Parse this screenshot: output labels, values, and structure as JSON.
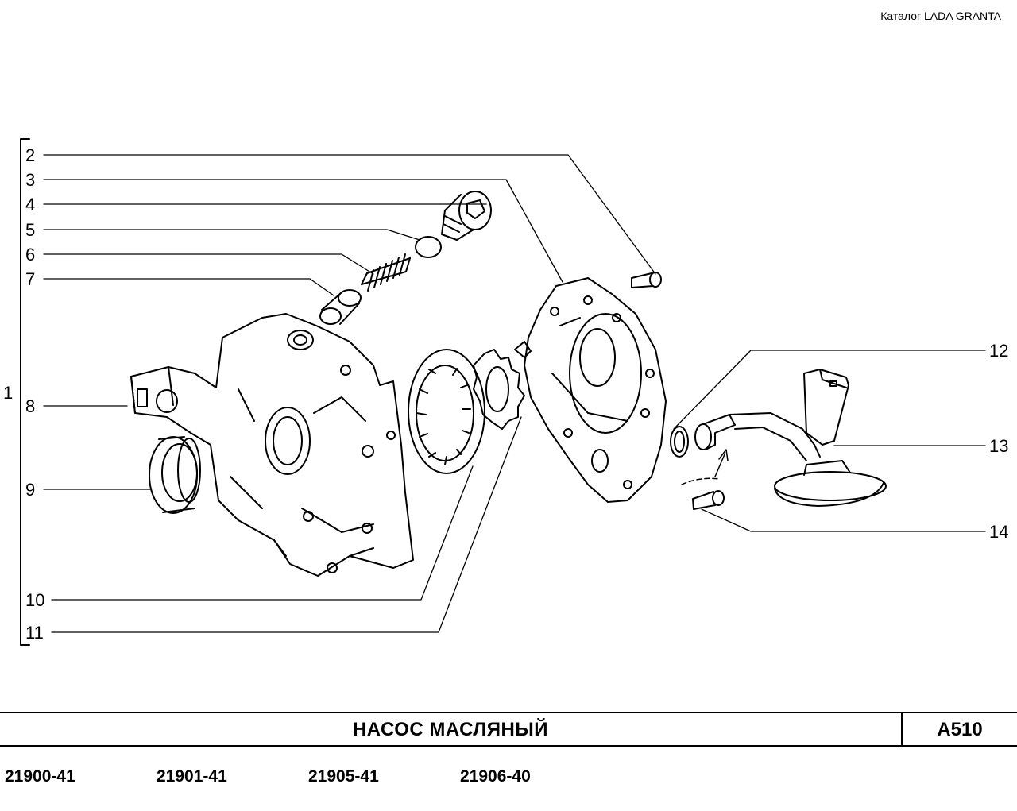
{
  "catalog_label": "Каталог  LADA  GRANTA",
  "title": "НАСОС   МАСЛЯНЫЙ",
  "code": "A510",
  "callouts": {
    "n1": "1",
    "n2": "2",
    "n3": "3",
    "n4": "4",
    "n5": "5",
    "n6": "6",
    "n7": "7",
    "n8": "8",
    "n9": "9",
    "n10": "10",
    "n11": "11",
    "n12": "12",
    "n13": "13",
    "n14": "14"
  },
  "models": [
    "21900-41",
    "21901-41",
    "21905-41",
    "21906-40"
  ]
}
